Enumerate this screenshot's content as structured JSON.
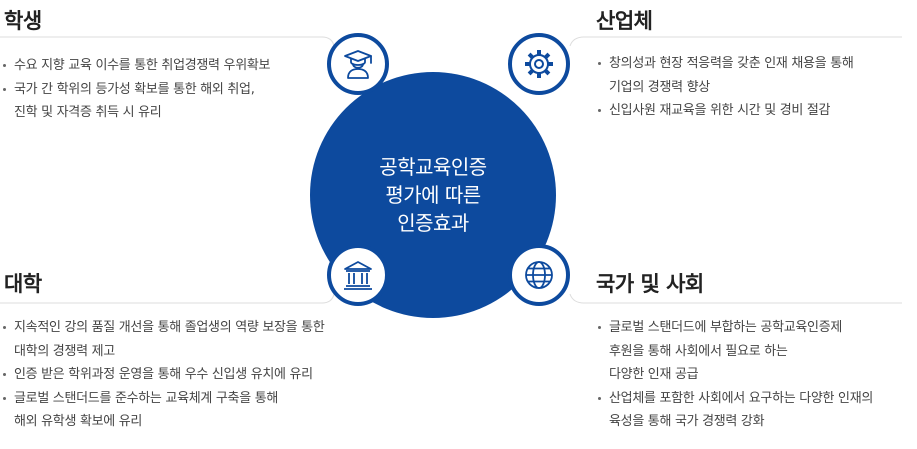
{
  "center": {
    "text": "공학교육인증\n평가에 따른\n인증효과"
  },
  "quadrants": {
    "student": {
      "title": "학생",
      "icon": "graduate-icon",
      "items": [
        "수요 지향 교육 이수를 통한 취업경쟁력 우위확보",
        "국가 간 학위의 등가성 확보를 통한 해외 취업,\n진학 및 자격증 취득 시 유리"
      ]
    },
    "industry": {
      "title": "산업체",
      "icon": "gear-icon",
      "items": [
        "창의성과 현장 적응력을 갖춘 인재 채용을 통해\n기업의 경쟁력 향상",
        "신입사원 재교육을 위한 시간 및 경비 절감"
      ]
    },
    "university": {
      "title": "대학",
      "icon": "university-building-icon",
      "items": [
        "지속적인 강의 품질 개선을 통해 졸업생의 역량 보장을 통한\n대학의 경쟁력 제고",
        "인증 받은 학위과정 운영을 통해 우수 신입생 유치에 유리",
        "글로벌 스탠더드를 준수하는 교육체계 구축을 통해\n해외 유학생 확보에 유리"
      ]
    },
    "society": {
      "title": "국가 및 사회",
      "icon": "globe-icon",
      "items": [
        "글로벌 스탠더드에 부합하는 공학교육인증제\n후원을 통해 사회에서 필요로 하는\n다양한 인재 공급",
        "산업체를 포함한 사회에서 요구하는 다양한 인재의\n육성을 통해 국가 경쟁력 강화"
      ]
    }
  },
  "colors": {
    "primary": "#0d4a9e",
    "line": "#dddddd",
    "text": "#444444"
  }
}
